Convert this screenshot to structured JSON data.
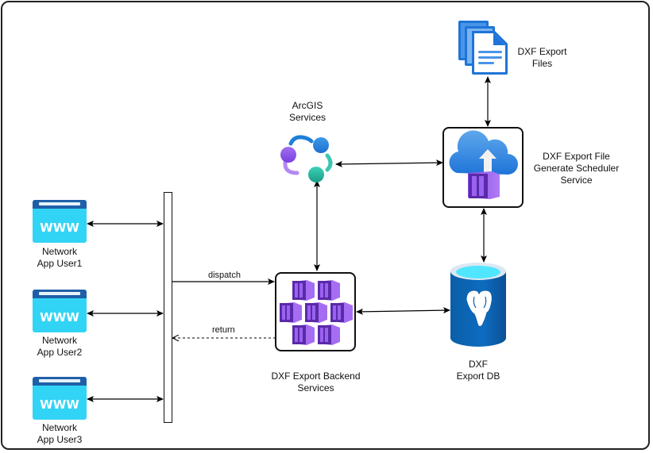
{
  "diagram": {
    "nodes": {
      "user1": {
        "label_line1": "Network",
        "label_line2": "App User1",
        "icon": "www-browser-icon"
      },
      "user2": {
        "label_line1": "Network",
        "label_line2": "App User2",
        "icon": "www-browser-icon"
      },
      "user3": {
        "label_line1": "Network",
        "label_line2": "App User3",
        "icon": "www-browser-icon"
      },
      "arcgis": {
        "label_line1": "ArcGIS",
        "label_line2": "Services",
        "icon": "arcgis-services-icon"
      },
      "files": {
        "label_line1": "DXF Export",
        "label_line2": "Files",
        "icon": "documents-icon"
      },
      "scheduler": {
        "label_line1": "DXF Export File",
        "label_line2": "Generate Scheduler",
        "label_line3": "Service",
        "icon": "cloud-upload-container-icon"
      },
      "backend": {
        "label_line1": "DXF Export Backend",
        "label_line2": "Services",
        "icon": "container-instances-icon"
      },
      "db": {
        "label_line1": "DXF",
        "label_line2": "Export DB",
        "icon": "postgresql-database-icon"
      }
    },
    "edges": {
      "dispatch": "dispatch",
      "return": "return"
    },
    "www_text": "WWW"
  },
  "colors": {
    "www_top": "#1f5fa8",
    "www_body": "#32d4f5",
    "container_purple": "#8a3ee0",
    "db_blue": "#0a5ea8",
    "db_top": "#50e6ff"
  }
}
